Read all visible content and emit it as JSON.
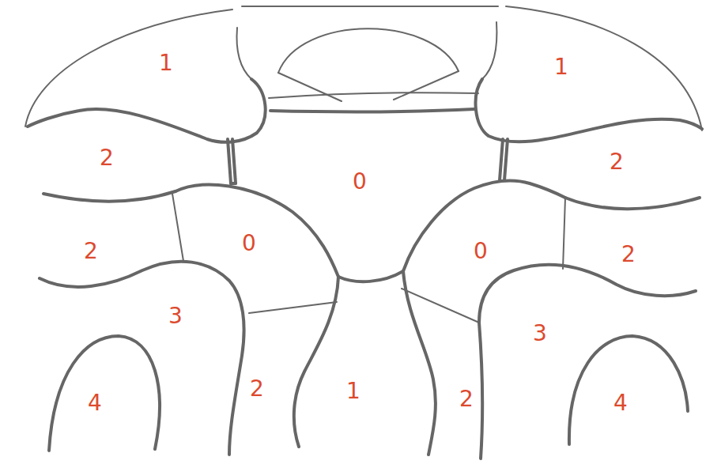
{
  "diagram": {
    "labels": [
      "1",
      "1",
      "2",
      "0",
      "2",
      "2",
      "0",
      "0",
      "2",
      "3",
      "3",
      "4",
      "2",
      "1",
      "2",
      "4"
    ]
  }
}
